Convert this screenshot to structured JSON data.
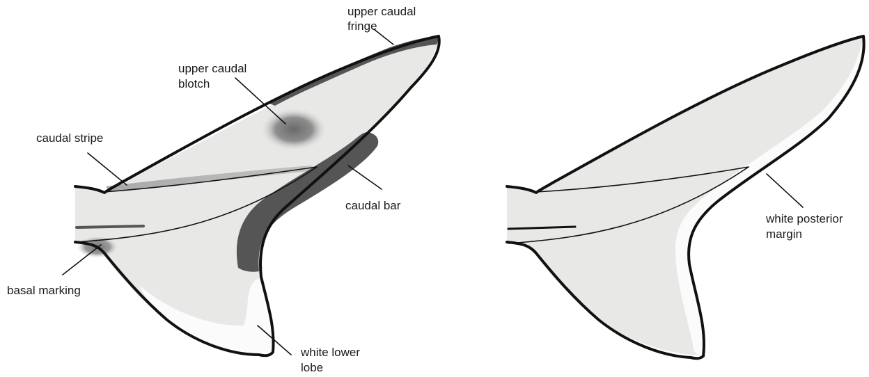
{
  "left_fin": {
    "labels": {
      "upper_caudal_fringe": [
        "upper caudal",
        "fringe"
      ],
      "upper_caudal_blotch": [
        "upper caudal",
        "blotch"
      ],
      "caudal_stripe": [
        "caudal stripe"
      ],
      "caudal_bar": [
        "caudal bar"
      ],
      "basal_marking": [
        "basal marking"
      ],
      "white_lower_lobe": [
        "white lower",
        "lobe"
      ]
    }
  },
  "right_fin": {
    "labels": {
      "white_posterior_margin": [
        "white posterior",
        "margin"
      ]
    }
  },
  "colors": {
    "fin_fill": "#e8e8e6",
    "dark_marking": "#555555",
    "white_area": "#fbfbfb",
    "outline": "#111111"
  }
}
